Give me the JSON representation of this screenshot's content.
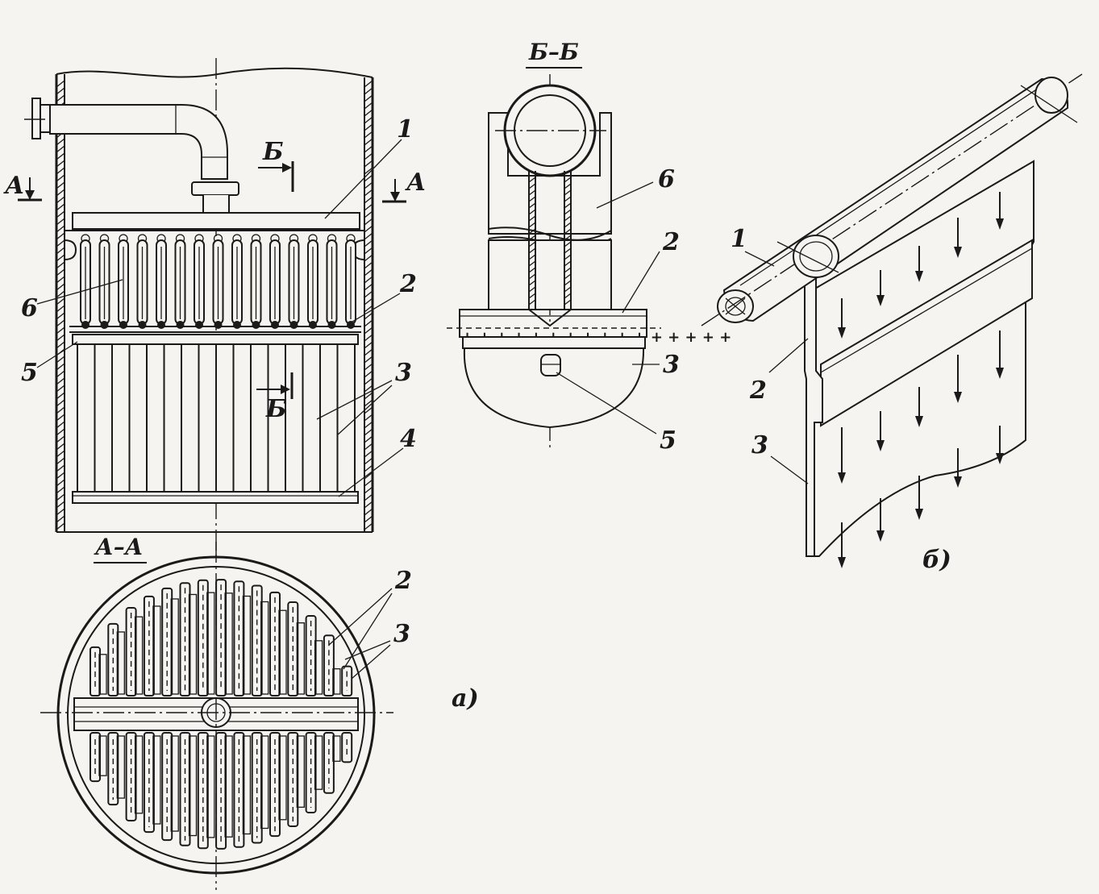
{
  "figure": {
    "section_aa": "А–А",
    "section_bb": "Б–Б",
    "panel_a": "а)",
    "panel_b": "б)",
    "cut_a": "А",
    "cut_b": "Б"
  },
  "parts": {
    "p1": "1",
    "p2": "2",
    "p3": "3",
    "p4": "4",
    "p5": "5",
    "p6": "6"
  },
  "colors": {
    "ink": "#1a1a1a",
    "paper": "#f6f4f0"
  }
}
